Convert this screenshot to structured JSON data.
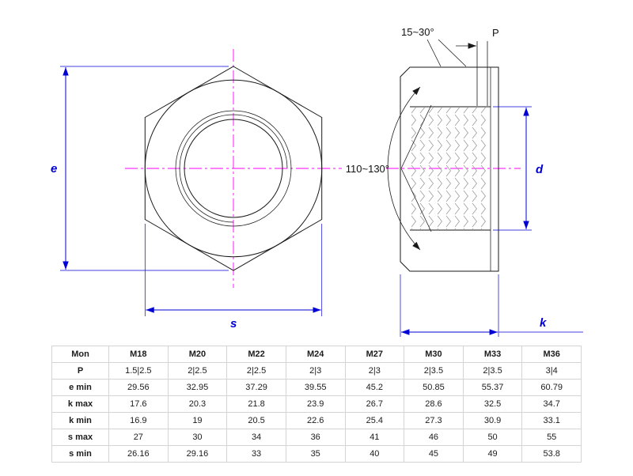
{
  "drawing": {
    "labels": {
      "e": "e",
      "s": "s",
      "d": "d",
      "k": "k",
      "p": "P",
      "chamfer_angle": "15~30°",
      "countersink_angle": "110~130°"
    },
    "colors": {
      "dimension": "#0000d4",
      "centerline": "#ff00ff",
      "outline": "#1a1a1a",
      "thread": "#9a9a9a"
    }
  },
  "table": {
    "header": [
      "Mon",
      "M18",
      "M20",
      "M22",
      "M24",
      "M27",
      "M30",
      "M33",
      "M36"
    ],
    "rows": [
      {
        "label": "P",
        "values": [
          "1.5|2.5",
          "2|2.5",
          "2|2.5",
          "2|3",
          "2|3",
          "2|3.5",
          "2|3.5",
          "3|4"
        ]
      },
      {
        "label": "e min",
        "values": [
          "29.56",
          "32.95",
          "37.29",
          "39.55",
          "45.2",
          "50.85",
          "55.37",
          "60.79"
        ]
      },
      {
        "label": "k max",
        "values": [
          "17.6",
          "20.3",
          "21.8",
          "23.9",
          "26.7",
          "28.6",
          "32.5",
          "34.7"
        ]
      },
      {
        "label": "k min",
        "values": [
          "16.9",
          "19",
          "20.5",
          "22.6",
          "25.4",
          "27.3",
          "30.9",
          "33.1"
        ]
      },
      {
        "label": "s max",
        "values": [
          "27",
          "30",
          "34",
          "36",
          "41",
          "46",
          "50",
          "55"
        ]
      },
      {
        "label": "s min",
        "values": [
          "26.16",
          "29.16",
          "33",
          "35",
          "40",
          "45",
          "49",
          "53.8"
        ]
      }
    ]
  }
}
